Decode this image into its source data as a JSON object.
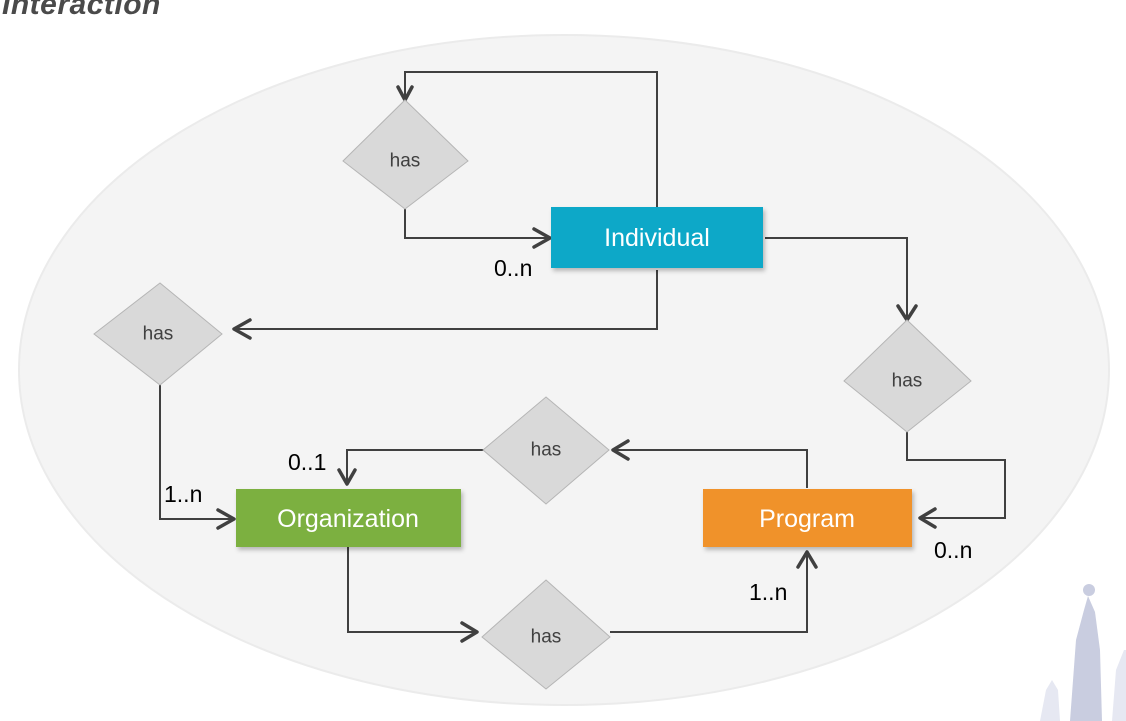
{
  "title": "Interaction",
  "entities": {
    "individual": {
      "label": "Individual",
      "color": "#0aa8c8"
    },
    "organization": {
      "label": "Organization",
      "color": "#7cb041"
    },
    "program": {
      "label": "Program",
      "color": "#f0922a"
    }
  },
  "relations": {
    "self": "has",
    "individual_org": "has",
    "individual_program": "has",
    "program_org": "has",
    "org_program": "has"
  },
  "cardinalities": {
    "individual_self": "0..n",
    "organization_from_individual": "1..n",
    "organization_from_program": "0..1",
    "program_from_individual": "0..n",
    "program_from_organization": "1..n"
  },
  "colors": {
    "background_ellipse": "#f4f4f4",
    "relation_diamond": "#d9d9d9",
    "connector": "#404040"
  }
}
